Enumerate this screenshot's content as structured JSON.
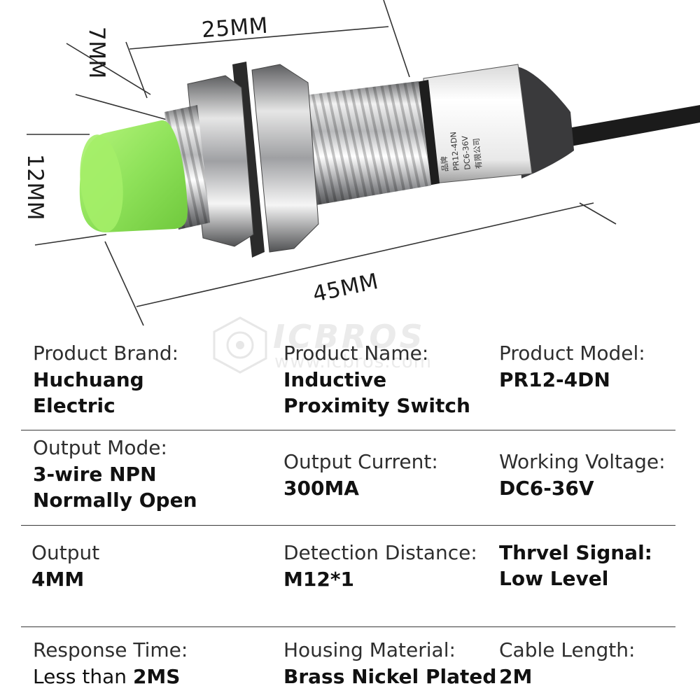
{
  "dimensions": {
    "top_width": "25MM",
    "thread_height": "7MM",
    "head_diameter": "12MM",
    "total_length": "45MM"
  },
  "watermark": {
    "brand": "ICBROS",
    "url": "www.icbros.com"
  },
  "product_label_text": [
    "品牌",
    "PR12-4DN",
    "DC6-36V",
    "有限公司"
  ],
  "colors": {
    "sensor_face": "#8fe25a",
    "housing": "#c9cacc",
    "cable": "#1b1b1b",
    "divider": "#3a3a3a"
  },
  "specs": [
    [
      {
        "label": "Product Brand:",
        "value": [
          "Huchuang",
          "Electric"
        ]
      },
      {
        "label": "Product Name:",
        "value": [
          "Inductive",
          "Proximity Switch"
        ]
      },
      {
        "label": "Product Model:",
        "value": [
          "PR12-4DN"
        ]
      }
    ],
    [
      {
        "label": "Output Mode:",
        "value": [
          "3-wire NPN",
          "Normally Open"
        ]
      },
      {
        "label": "Output Current:",
        "value": [
          "300MA"
        ]
      },
      {
        "label": "Working Voltage:",
        "value": [
          "DC6-36V"
        ]
      }
    ],
    [
      {
        "label": "Output",
        "value": [
          "4MM"
        ]
      },
      {
        "label": "Detection Distance:",
        "value": [
          "M12*1"
        ]
      },
      {
        "label": "Thrvel Signal:",
        "value": [
          "Low Level"
        ]
      }
    ],
    [
      {
        "label": "Response Time:",
        "value_prefix": "Less than ",
        "value": [
          "2MS"
        ]
      },
      {
        "label": "Housing Material:",
        "value": [
          "Brass Nickel Plated"
        ]
      },
      {
        "label": "Cable Length:",
        "value": [
          "2M"
        ]
      }
    ]
  ]
}
